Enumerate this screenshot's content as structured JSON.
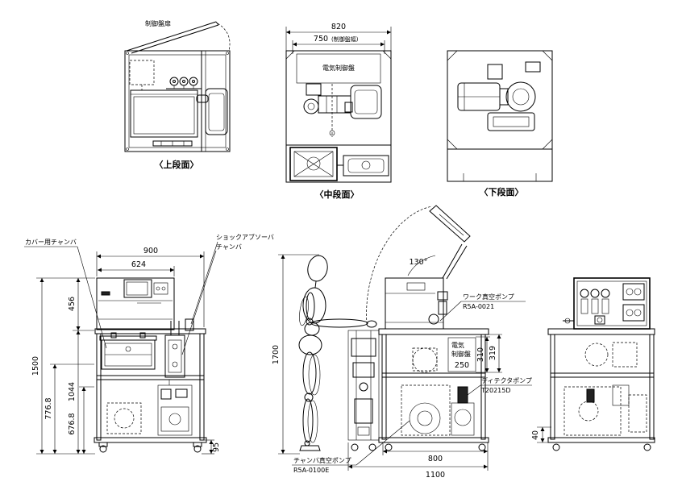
{
  "upper_view": {
    "title": "〈上段面〉",
    "door_label": "制御盤扉"
  },
  "middle_view": {
    "title": "〈中段面〉",
    "dim_overall": "820",
    "dim_panel": "750",
    "dim_panel_note": "(制御盤幅)",
    "panel_label": "電気制御盤"
  },
  "lower_view": {
    "title": "〈下段面〉"
  },
  "front_view": {
    "cover_chamber_label": "カバー用チャンバ",
    "shock_absorber_label": "ショックアブソーバ",
    "shock_absorber_chamber_label": "チャンバ",
    "dim_width": "900",
    "dim_panel_width": "624",
    "dim_panel_height": "456",
    "dim_total_height": "1500",
    "dim_table_height": "1044",
    "dim_776": "776.8",
    "dim_676": "676.8",
    "dim_caster": "95"
  },
  "side_view": {
    "dim_person_height": "1700",
    "lid_angle": "130°",
    "work_pump_label": "ワーク真空ポンプ",
    "work_pump_model": "R5A-0021",
    "panel_label_1": "電気",
    "panel_label_2": "制御盤",
    "panel_dim": "250",
    "dim_310": "310",
    "dim_319": "319",
    "detector_pump_label": "ディテクタポンプ",
    "detector_pump_model": "T20215D",
    "chamber_pump_label": "チャンバ真空ポンプ",
    "chamber_pump_model": "R5A-0100E",
    "dim_depth": "800",
    "dim_overall_depth": "1100"
  },
  "rear_view": {
    "dim_base": "40"
  }
}
